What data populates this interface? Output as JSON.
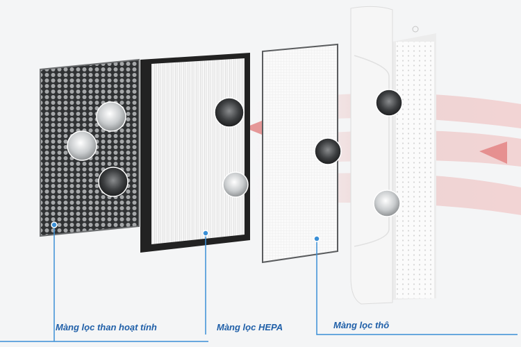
{
  "labels": {
    "carbon": "Màng lọc than hoạt tính",
    "hepa": "Màng lọc HEPA",
    "coarse": "Màng lọc thô"
  },
  "colors": {
    "accent": "#1f5fa8",
    "pointer_line": "#3a8fd6",
    "airflow_red": "#d94b4b"
  },
  "icons": {
    "pointer_dot": "circle-dot-icon",
    "airflow": "airflow-arrow-icon"
  }
}
